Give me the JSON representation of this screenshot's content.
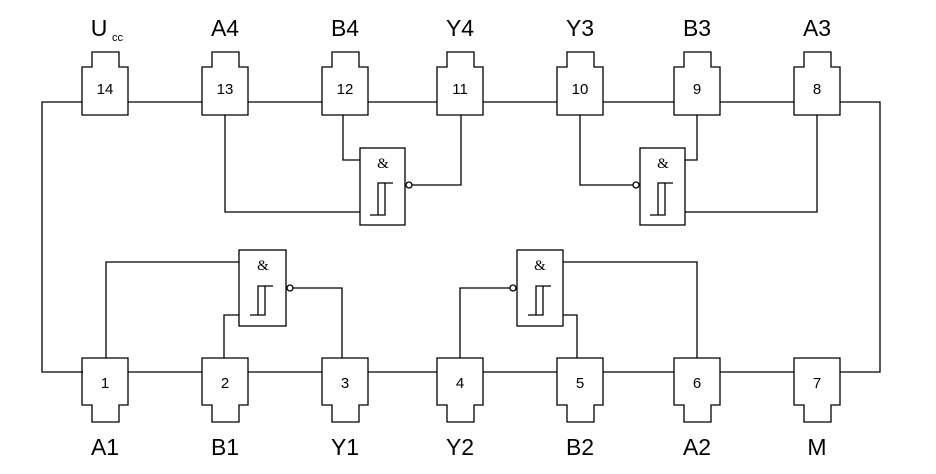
{
  "top_pins": [
    {
      "number": "14",
      "label": "U",
      "label_sub": "CC"
    },
    {
      "number": "13",
      "label": "A4"
    },
    {
      "number": "12",
      "label": "B4"
    },
    {
      "number": "11",
      "label": "Y4"
    },
    {
      "number": "10",
      "label": "Y3"
    },
    {
      "number": "9",
      "label": "B3"
    },
    {
      "number": "8",
      "label": "A3"
    }
  ],
  "bottom_pins": [
    {
      "number": "1",
      "label": "A1"
    },
    {
      "number": "2",
      "label": "B1"
    },
    {
      "number": "3",
      "label": "Y1"
    },
    {
      "number": "4",
      "label": "Y2"
    },
    {
      "number": "5",
      "label": "B2"
    },
    {
      "number": "6",
      "label": "A2"
    },
    {
      "number": "7",
      "label": "M"
    }
  ],
  "gate": {
    "symbol": "&",
    "type": "schmitt-trigger-nand",
    "count": 4
  }
}
